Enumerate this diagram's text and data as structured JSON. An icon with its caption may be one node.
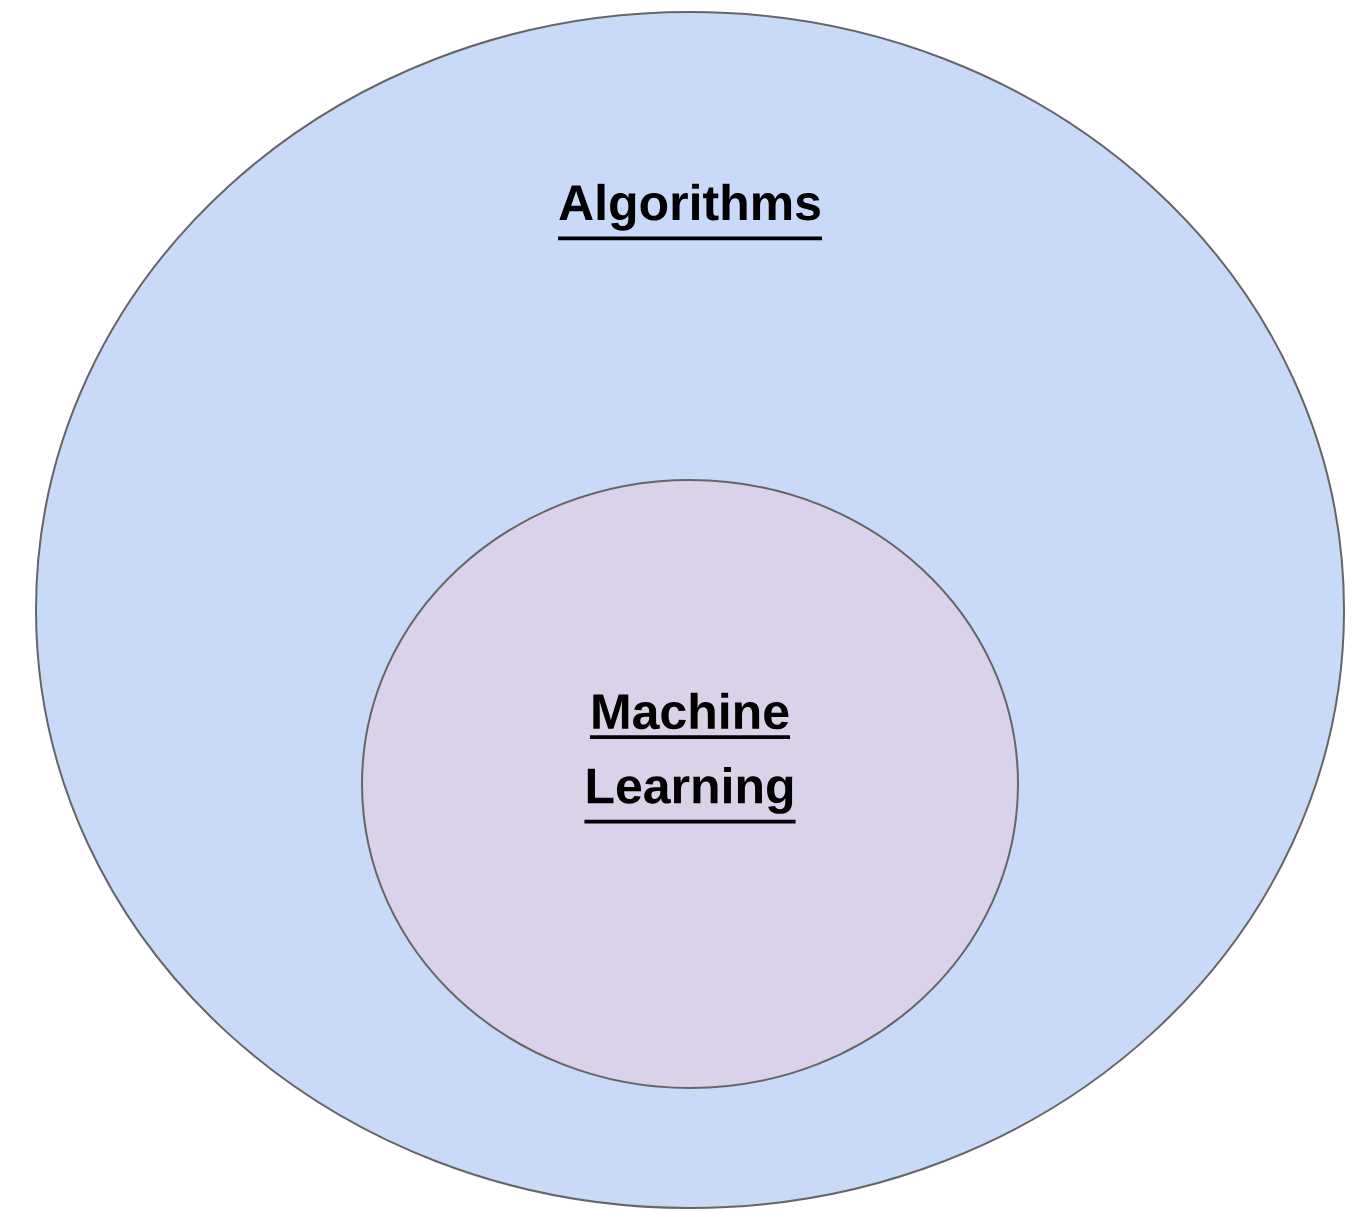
{
  "diagram": {
    "nodes": [
      {
        "text": [
          "Algorithms"
        ]
      },
      {
        "text": [
          "Machine Learning"
        ],
        "in": 0
      }
    ]
  }
}
